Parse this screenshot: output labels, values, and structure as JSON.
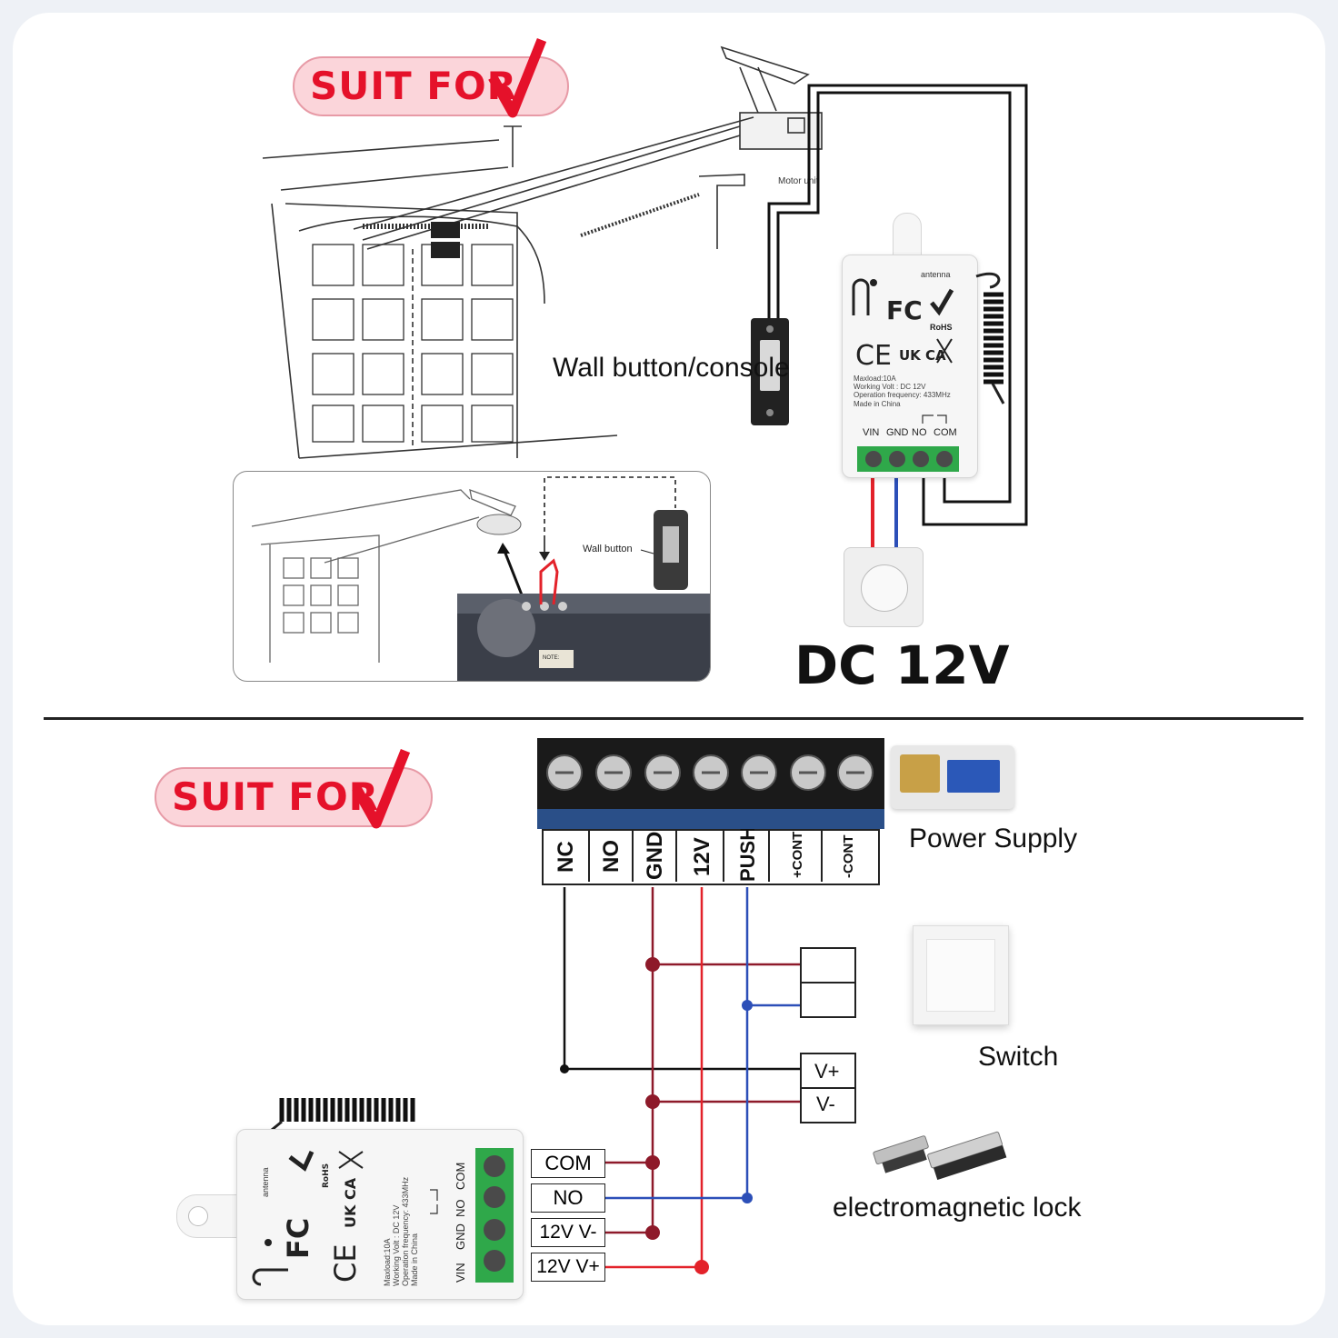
{
  "top": {
    "badge": "SUIT FOR",
    "motor_unit": "Motor unit",
    "wall_console": "Wall button/console",
    "wall_button": "Wall button",
    "voltage": "DC 12V",
    "note": "NOTE:"
  },
  "module": {
    "antenna": "antenna",
    "fc": "FC",
    "rohs": "RoHS",
    "ce": "CE",
    "ukca": "UK CA",
    "spec1": "Maxload:10A",
    "spec2": "Working Volt : DC 12V",
    "spec3": "Operation frequency: 433MHz",
    "spec4": "Made in China",
    "terminals": [
      "VIN",
      "GND",
      "NO",
      "COM"
    ]
  },
  "bottom": {
    "badge": "SUIT FOR",
    "block_terminals": [
      "NC",
      "NO",
      "GND",
      "12V",
      "PUSH",
      "+CONT",
      "-CONT"
    ],
    "power_supply": "Power Supply",
    "switch": "Switch",
    "lock": "electromagnetic lock",
    "v_plus": "V+",
    "v_minus": "V-",
    "outputs": [
      "COM",
      "NO",
      "12V V-",
      "12V V+"
    ]
  },
  "colors": {
    "accent_red": "#e5112a",
    "pill_bg": "#fbd5da",
    "wire_red": "#e3222a",
    "wire_blue": "#2c4fb8",
    "wire_dark_red": "#8e1a2a",
    "terminal_green": "#2fa84a"
  }
}
